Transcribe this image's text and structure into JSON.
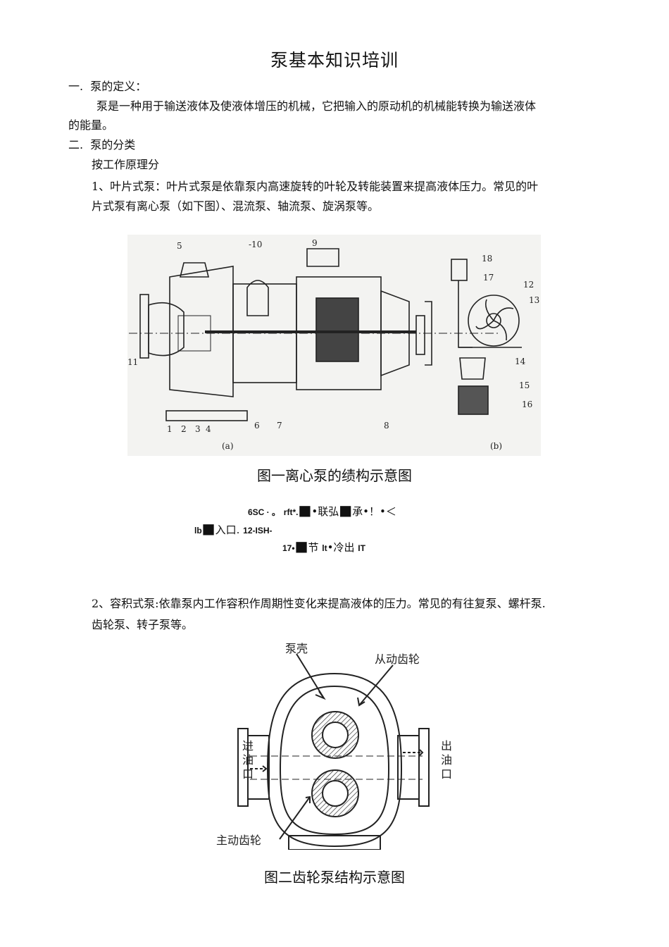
{
  "title": "泵基本知识培训",
  "sections": [
    {
      "num": "一.",
      "heading": "泵的定义："
    },
    {
      "num": "二.",
      "heading": "泵的分类"
    }
  ],
  "definition": {
    "line1": "泵是一种用于输送液体及使液体增压的机械，它把输入的原动机的机械能转换为输送液体",
    "line2": "的能量。"
  },
  "classification_basis": "按工作原理分",
  "vane_pump": {
    "line1": "1、叶片式泵：叶片式泵是依靠泵内高速旋转的叶轮及转能装置来提高液体压力。常见的叶",
    "line2": "片式泵有离心泵（如下图）、混流泵、轴流泵、旋涡泵等。"
  },
  "figure1": {
    "caption": "图一离心泵的绩构示意图",
    "sub_a": "(a)",
    "sub_b": "(b)",
    "labels_a": [
      "1",
      "2",
      "3",
      "4",
      "5",
      "6",
      "7",
      "8",
      "9",
      "-10",
      "11"
    ],
    "labels_b": [
      "12",
      "13",
      "14",
      "15",
      "16",
      "17",
      "18"
    ]
  },
  "garbled": {
    "l1a": "6SC · 。",
    "l1b": "rft*.",
    "l1c": "■",
    "l1d": "•联弘",
    "l1e": "■",
    "l1f": "承•！•＜",
    "l2a": "lb",
    "l2b": "■",
    "l2c": "入口.",
    "l2d": "12-ISH-",
    "l3a": "17•",
    "l3b": "■",
    "l3c": "节",
    "l3d": "lt",
    "l3e": "•冷出",
    "l3f": "IT"
  },
  "positive_pump": {
    "line1": "2、容积式泵:依靠泵内工作容积作周期性变化来提高液体的压力。常见的有往复泵、螺杆泵.",
    "line2": "齿轮泵、转子泵等。"
  },
  "figure2": {
    "caption": "图二齿轮泵结构示意图",
    "label_casing": "泵壳",
    "label_driven": "从动齿轮",
    "label_inlet": [
      "进",
      "油",
      "口"
    ],
    "label_outlet": [
      "出",
      "油",
      "口"
    ],
    "label_driving": "主动齿轮"
  }
}
